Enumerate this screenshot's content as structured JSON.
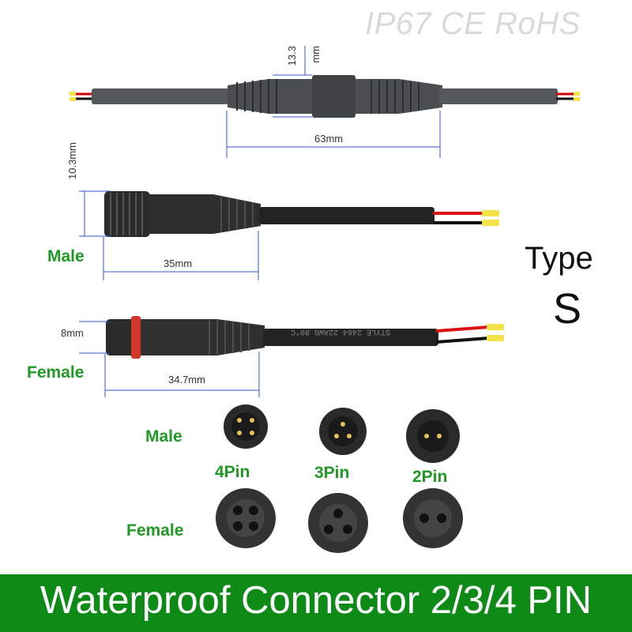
{
  "certifications": "IP67 CE RoHS",
  "dimensions": {
    "height_coupled": "13.3",
    "height_unit": "mm",
    "length_coupled": "63mm",
    "male_diameter": "10.3mm",
    "male_length": "35mm",
    "female_diameter": "8mm",
    "female_length": "34.7mm",
    "cable_print": "STYLE 2464 22AWG 80°C"
  },
  "labels": {
    "male": "Male",
    "female": "Female",
    "face_male": "Male",
    "face_female": "Female",
    "pin4": "4Pin",
    "pin3": "3Pin",
    "pin2": "2Pin"
  },
  "type": {
    "label": "Type",
    "value": "S"
  },
  "banner": "Waterproof Connector 2/3/4 PIN",
  "colors": {
    "brand_green": "#0e8a16",
    "label_green": "#1f9a25",
    "dimension_blue": "#3355cc"
  }
}
